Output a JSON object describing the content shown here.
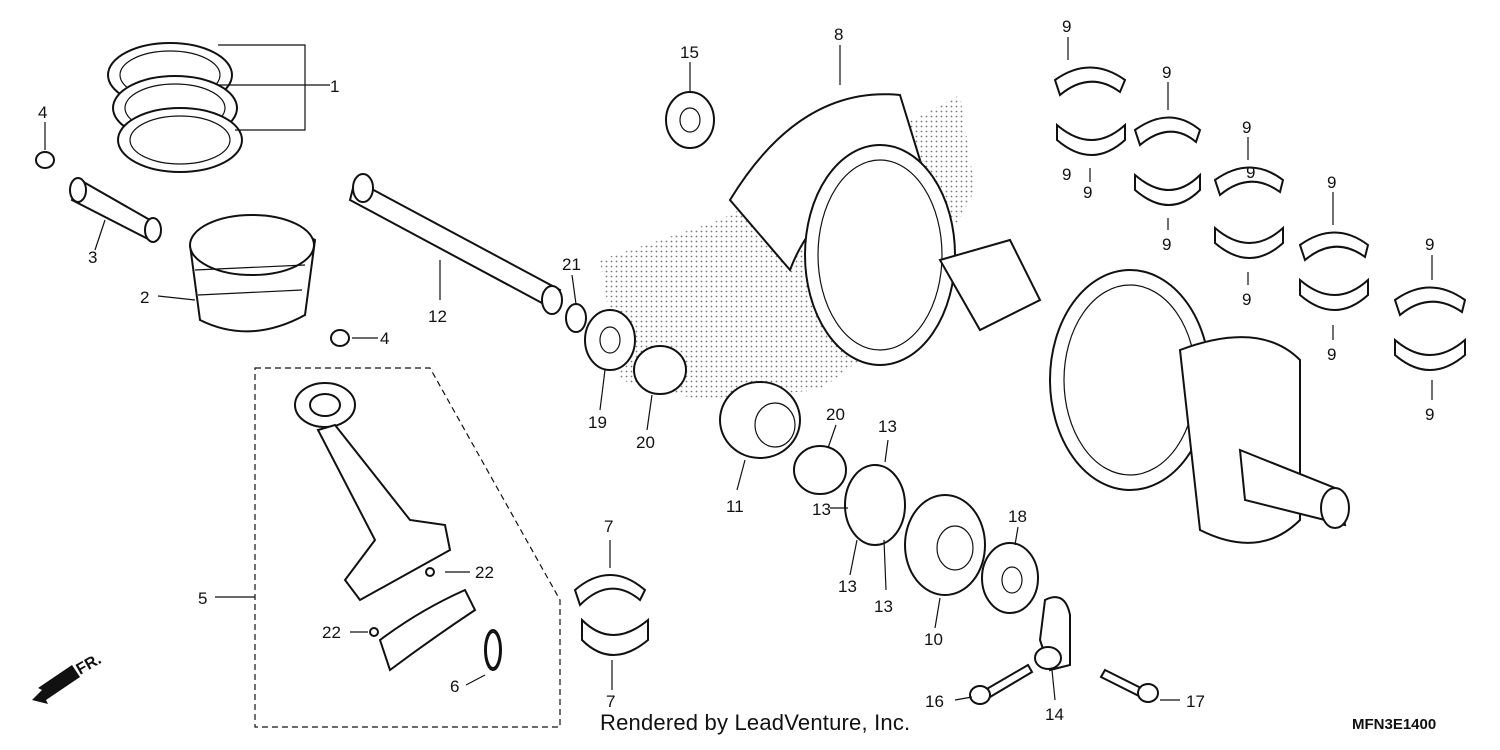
{
  "diagram": {
    "credit": "Rendered by LeadVenture, Inc.",
    "code": "MFN3E1400",
    "direction_label": "FR.",
    "callouts": [
      "1",
      "2",
      "3",
      "4",
      "4",
      "5",
      "6",
      "7",
      "7",
      "8",
      "9",
      "9",
      "9",
      "9",
      "9",
      "9",
      "9",
      "9",
      "9",
      "9",
      "9",
      "9",
      "10",
      "11",
      "12",
      "13",
      "13",
      "13",
      "13",
      "14",
      "15",
      "16",
      "17",
      "18",
      "19",
      "20",
      "20",
      "21",
      "22",
      "22"
    ]
  }
}
